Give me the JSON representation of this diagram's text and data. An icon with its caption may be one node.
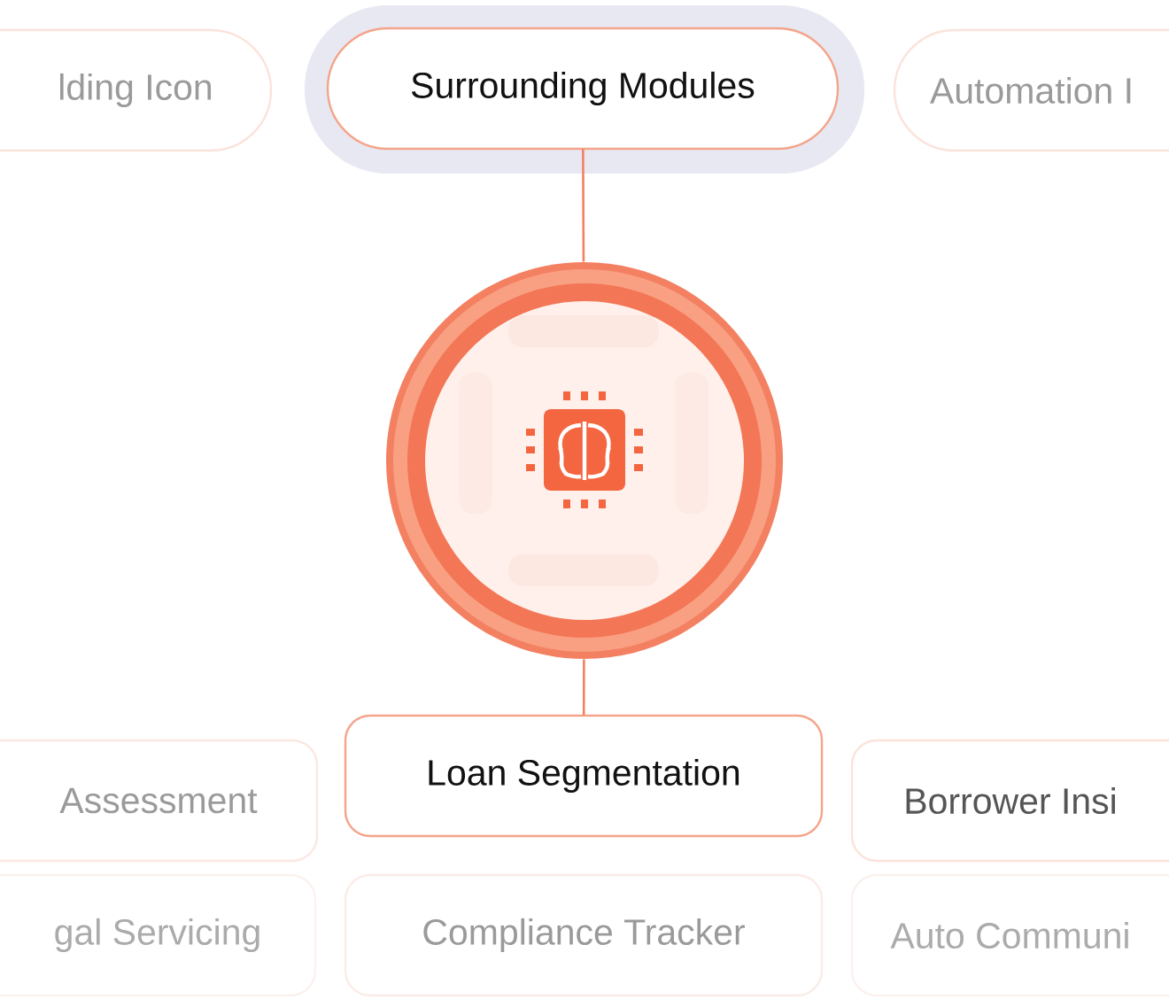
{
  "diagram": {
    "nodes": [
      {
        "text": [
          "lding Icon"
        ]
      },
      {
        "text": [
          "Surrounding Modules"
        ]
      },
      {
        "text": [
          "Automation I"
        ]
      },
      {
        "text": [],
        "shape": "circle"
      },
      {
        "text": [
          "Assessment"
        ]
      },
      {
        "text": [
          "Loan Segmentation"
        ]
      },
      {
        "text": [
          "Borrower Insi"
        ]
      },
      {
        "text": [
          "gal Servicing"
        ]
      },
      {
        "text": [
          "Compliance Tracker"
        ]
      },
      {
        "text": [
          "Auto Communi"
        ]
      }
    ],
    "edges": [
      {
        "from": 1,
        "to": 3,
        "arrow": "none"
      },
      {
        "from": 3,
        "to": 5,
        "arrow": "none"
      }
    ]
  }
}
